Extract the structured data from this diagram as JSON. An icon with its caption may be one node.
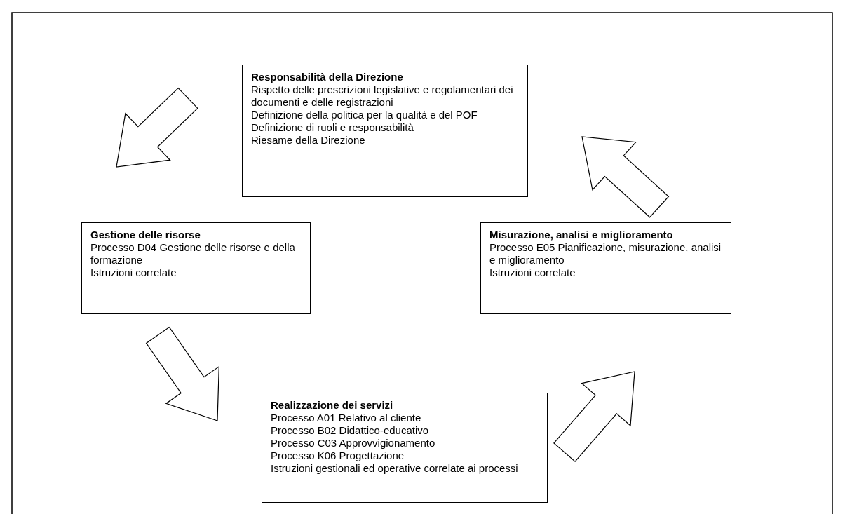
{
  "diagram": {
    "nodes": [
      {
        "text": [
          "Responsabilità della Direzione",
          "Rispetto delle prescrizioni legislative e regolamentari dei documenti e delle registrazioni",
          "Definizione della politica per la qualità e del POF",
          "Definizione di ruoli e responsabilità",
          "Riesame della Direzione"
        ]
      },
      {
        "text": [
          "Gestione delle risorse",
          "Processo D04 Gestione delle risorse e della formazione",
          "Istruzioni correlate"
        ]
      },
      {
        "text": [
          "Misurazione, analisi e miglioramento",
          "Processo E05 Pianificazione, misurazione, analisi e miglioramento",
          "Istruzioni correlate"
        ]
      },
      {
        "text": [
          "Realizzazione dei servizi",
          "Processo A01 Relativo al cliente",
          "Processo B02 Didattico-educativo",
          "Processo C03 Approvvigionamento",
          "Processo K06 Progettazione",
          "Istruzioni gestionali ed operative correlate ai processi"
        ]
      }
    ],
    "edges": [
      {
        "from": 0,
        "to": 1,
        "arrow": "to"
      },
      {
        "from": 1,
        "to": 3,
        "arrow": "to"
      },
      {
        "from": 3,
        "to": 2,
        "arrow": "to"
      },
      {
        "from": 2,
        "to": 0,
        "arrow": "to"
      }
    ]
  }
}
